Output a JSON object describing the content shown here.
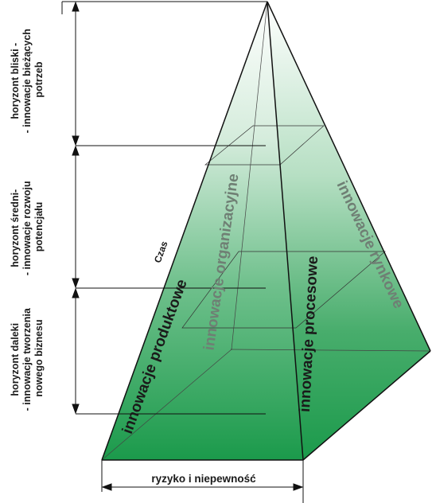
{
  "horizons": [
    {
      "line1": "horyzont bliski -",
      "line2": "- innowacje bieżących",
      "line3": "potrzeb"
    },
    {
      "line1": "horyzont średni-",
      "line2": "- innowacje rozwoju",
      "line3": "potencjału"
    },
    {
      "line1": "horyzont daleki",
      "line2": "- innowacje tworzenia",
      "line3": "nowego biznesu"
    }
  ],
  "time_label": "Czas",
  "faces": {
    "front_left": "innowacje produktowe",
    "back_left": "innowacje organizacyjne",
    "front_right": "innowacje procesowe",
    "back_right": "innowacje rynkowe"
  },
  "base_label": "ryzyko i niepewność",
  "colors": {
    "green_dark": "#1b9a4b",
    "green_light": "#eaf6ee",
    "line": "#111111"
  }
}
